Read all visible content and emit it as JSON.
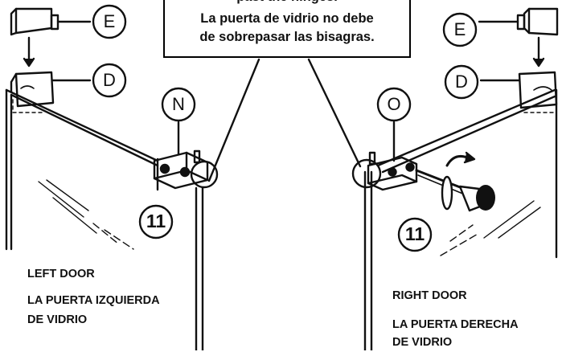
{
  "note": {
    "line1": "past the hinges.",
    "line2": "La puerta de vidrio no debe",
    "line3": "de sobrepasar las bisagras."
  },
  "parts": {
    "e": "E",
    "d": "D",
    "n": "N",
    "o": "O",
    "step": "11"
  },
  "left_door": {
    "label_en": "LEFT DOOR",
    "label_es_1": "LA PUERTA IZQUIERDA",
    "label_es_2": "DE VIDRIO"
  },
  "right_door": {
    "label_en": "RIGHT DOOR",
    "label_es_1": "LA PUERTA DERECHA",
    "label_es_2": "DE VIDRIO"
  }
}
